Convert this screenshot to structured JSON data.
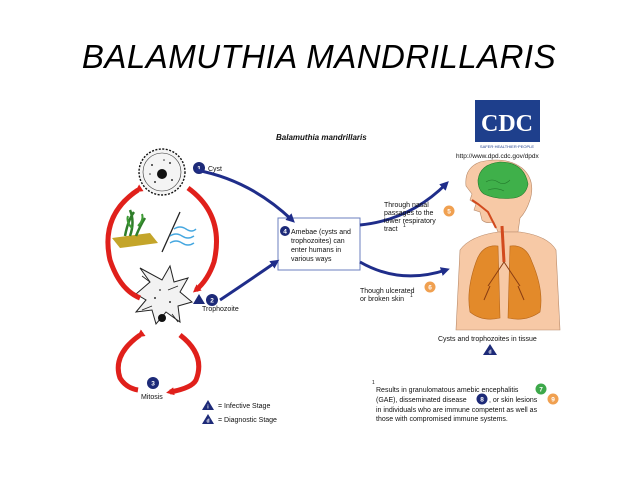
{
  "slide": {
    "title": "BALAMUTHIA MANDRILLARIS"
  },
  "diagram": {
    "title": "Balamuthia mandrillaris",
    "cdc_logo_text": "CDC",
    "cdc_tagline": "SAFER·HEALTHIER·PEOPLE",
    "url": "http://www.dpd.cdc.gov/dpdx",
    "stages": {
      "cyst": {
        "num": "1",
        "label": "Cyst"
      },
      "trophozoite": {
        "num": "2",
        "label": "Trophozoite"
      },
      "mitosis": {
        "num": "3",
        "label": "Mitosis"
      },
      "entry": {
        "num": "4",
        "lines": [
          "Amebae (cysts and",
          "trophozoites) can",
          "enter humans in",
          "various ways"
        ]
      },
      "nasal": {
        "num": "5",
        "lines": [
          "Through nasal",
          "passages to the",
          "lower respiratory",
          "tract"
        ],
        "sup": "1"
      },
      "skin": {
        "num": "6",
        "lines": [
          "Though ulcerated",
          "or broken skin"
        ],
        "sup": "1"
      },
      "tissue": {
        "label": "Cysts and trophozoites in tissue"
      }
    },
    "legend": {
      "infective": {
        "symbol": "i",
        "label": "= Infective Stage"
      },
      "diagnostic": {
        "symbol": "d",
        "label": "= Diagnostic Stage"
      }
    },
    "footnote": {
      "sup": "1",
      "line1": "Results in granulomatous amebic encephalitis",
      "num7": "7",
      "line2a": "(GAE), disseminated disease",
      "num8": "8",
      "line2b": ", or skin lesions",
      "num9": "9",
      "line3": "in individuals who are immune competent as well as",
      "line4": "those with compromised immune systems."
    },
    "colors": {
      "cycle_red": "#e0201b",
      "arrow_blue": "#1f2d8a",
      "stage_circle": "#1d2a78",
      "orange_circle": "#f0a050",
      "green_circle": "#3da84a",
      "brain": "#3fb04a",
      "lungs": "#e38a2a",
      "skin": "#f7c9a6"
    }
  }
}
